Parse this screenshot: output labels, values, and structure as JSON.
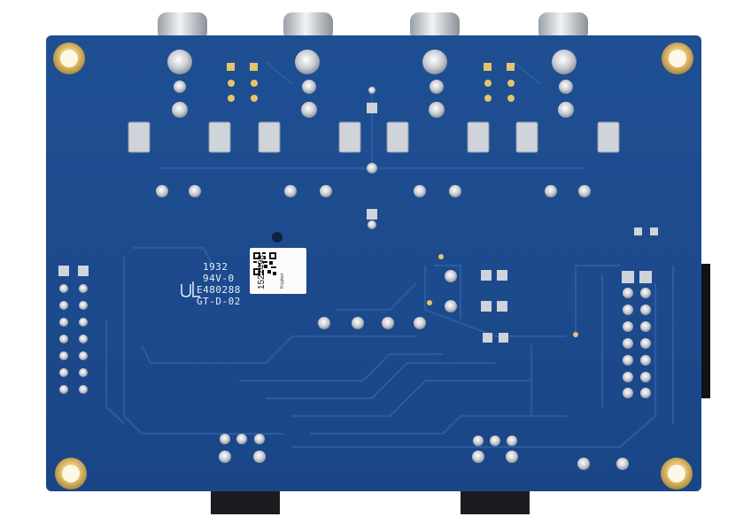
{
  "board": {
    "pcb_color": "#1e4d8f",
    "silkscreen": {
      "line1": "1932",
      "line2": "94V-0",
      "line3": "E480288",
      "line4": "GT-D-02"
    },
    "label": {
      "serial": "1522498",
      "brand": "Krypton"
    },
    "icons": [
      "rca-jack-icon",
      "mounting-hole-icon",
      "qr-code-icon",
      "ul-mark-icon"
    ]
  }
}
